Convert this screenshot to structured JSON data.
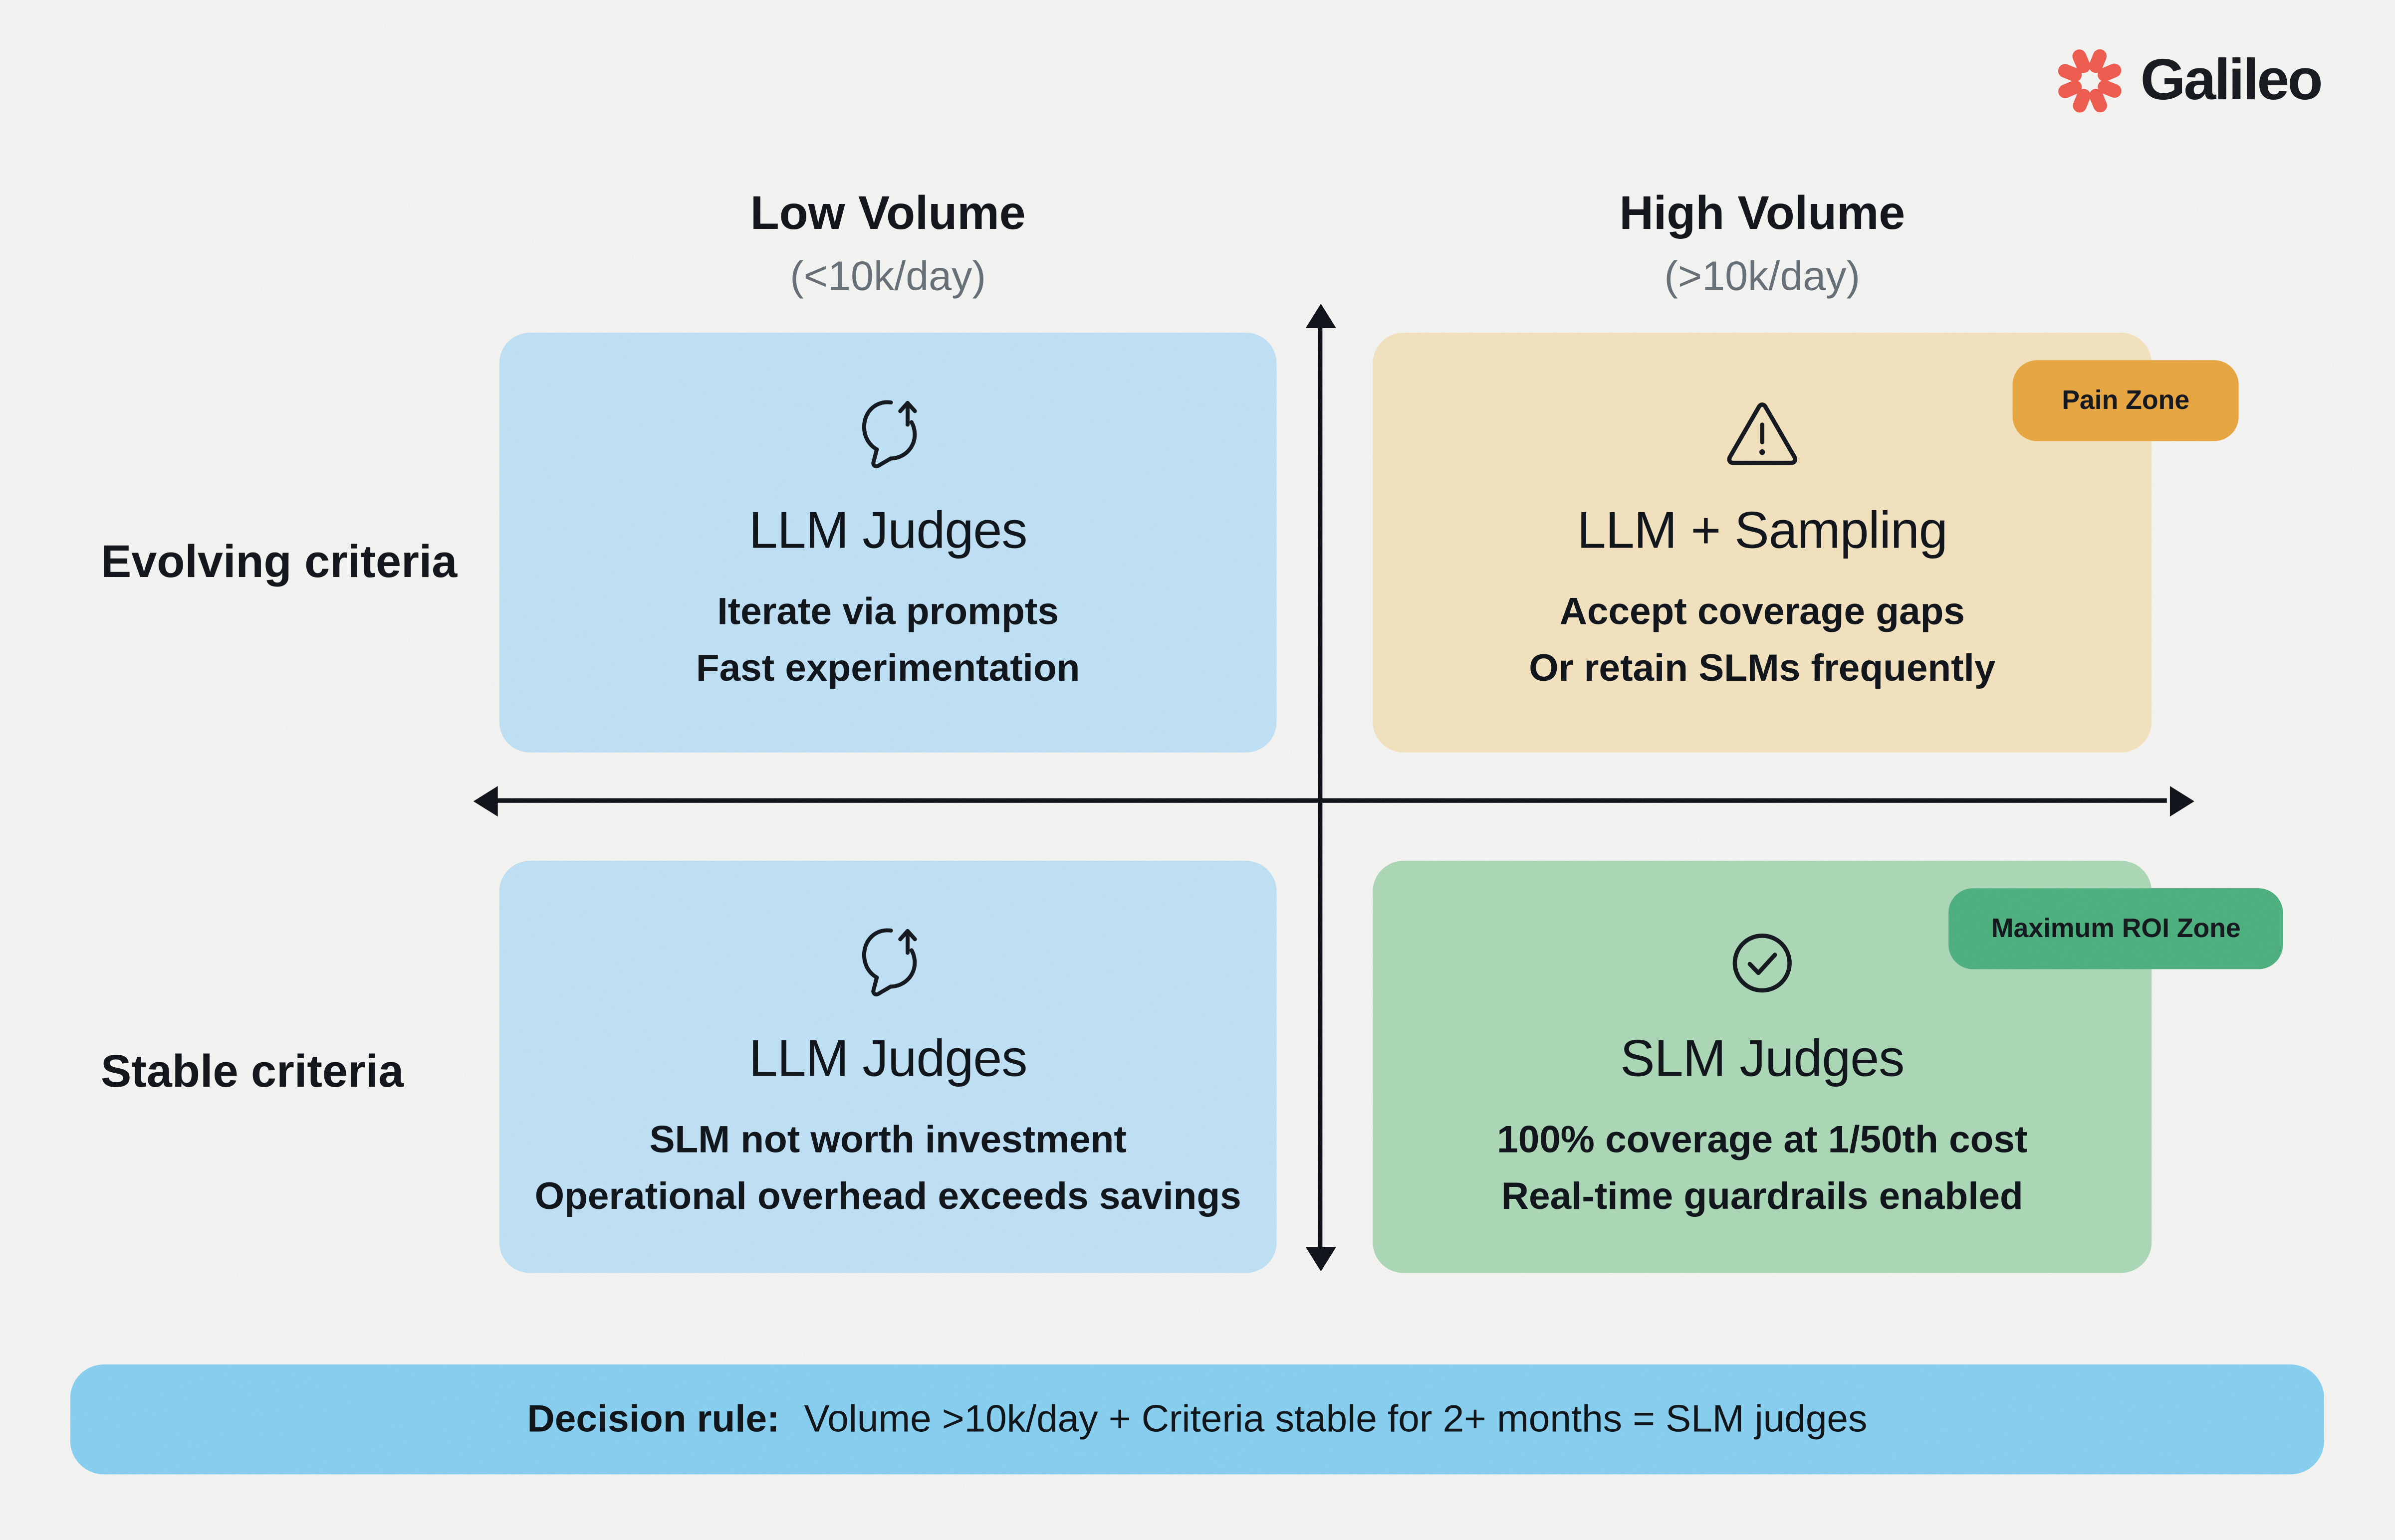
{
  "logo": {
    "brand": "Galileo",
    "icon": "galileo-starburst-icon",
    "accent_color": "#ee5a4d"
  },
  "columns": [
    {
      "title": "Low Volume",
      "subtitle": "(<10k/day)"
    },
    {
      "title": "High Volume",
      "subtitle": "(>10k/day)"
    }
  ],
  "rows": [
    {
      "label": "Evolving criteria"
    },
    {
      "label": "Stable criteria"
    }
  ],
  "quadrants": [
    {
      "id": "top-left",
      "icon": "chat-refresh-icon",
      "title": "LLM Judges",
      "lines": [
        "Iterate via prompts",
        "Fast experimentation"
      ],
      "bg": "#bedff4"
    },
    {
      "id": "top-right",
      "icon": "warning-triangle-icon",
      "title": "LLM + Sampling",
      "lines": [
        "Accept coverage gaps",
        "Or retain SLMs frequently"
      ],
      "bg": "#f2e1bd",
      "badge": {
        "label": "Pain Zone",
        "bg": "#e7a53f"
      }
    },
    {
      "id": "bottom-left",
      "icon": "chat-refresh-icon",
      "title": "LLM Judges",
      "lines": [
        "SLM not worth investment",
        "Operational overhead exceeds savings"
      ],
      "bg": "#bedff4"
    },
    {
      "id": "bottom-right",
      "icon": "check-circle-icon",
      "title": "SLM Judges",
      "lines": [
        "100% coverage at 1/50th cost",
        "Real-time guardrails enabled"
      ],
      "bg": "#aad7b5",
      "badge": {
        "label": "Maximum ROI Zone",
        "bg": "#4caf7d"
      }
    }
  ],
  "decision_bar": {
    "label": "Decision rule:",
    "text": "Volume >10k/day + Criteria stable for 2+ months = SLM judges",
    "bg": "#86ceef"
  },
  "colors": {
    "background": "#f3f3f1",
    "axis": "#0d1117",
    "text": "#0d1218",
    "subtitle": "#646e74"
  }
}
